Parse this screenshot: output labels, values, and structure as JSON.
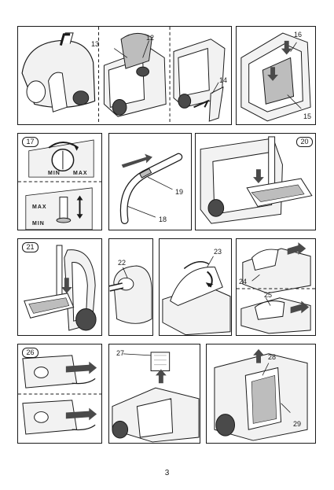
{
  "page_number": "3",
  "colors": {
    "line": "#1a1a1a",
    "fill_light": "#f2f2f2",
    "fill_mid": "#bdbdbd",
    "fill_dark": "#4a4a4a"
  },
  "panels": {
    "p1": {
      "labels": [
        "13",
        "12",
        "14"
      ]
    },
    "p2": {
      "labels": [
        "16",
        "15"
      ]
    },
    "p3": {
      "badge": "17",
      "dial_min": "MIN",
      "dial_max": "MAX",
      "slider_max": "MAX",
      "slider_min": "MIN"
    },
    "p4": {
      "labels": [
        "19",
        "18"
      ]
    },
    "p5": {
      "badge": "20"
    },
    "p6": {
      "badge": "21"
    },
    "p7": {
      "labels": [
        "22"
      ]
    },
    "p8": {
      "labels": [
        "23"
      ]
    },
    "p9": {
      "labels": [
        "24",
        "25"
      ]
    },
    "p10": {
      "badge": "26"
    },
    "p11": {
      "labels": [
        "27"
      ]
    },
    "p12": {
      "labels": [
        "28",
        "29"
      ]
    }
  }
}
